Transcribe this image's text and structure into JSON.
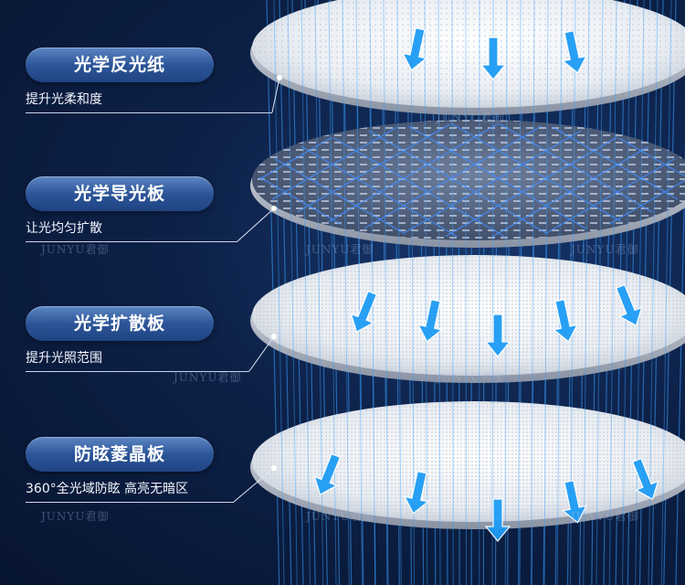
{
  "layers": [
    {
      "title": "光学反光纸",
      "subtitle": "提升光柔和度"
    },
    {
      "title": "光学导光板",
      "subtitle": "让光均匀扩散"
    },
    {
      "title": "光学扩散板",
      "subtitle": "提升光照范围"
    },
    {
      "title": "防眩菱晶板",
      "subtitle": "360°全光域防眩 高亮无暗区"
    }
  ],
  "watermark": "JUNYU君御",
  "colors": {
    "background": "#0b1d40",
    "pill": "#2c5598",
    "ray": "#3aa0ff",
    "arrow": "#1e9cf5"
  }
}
